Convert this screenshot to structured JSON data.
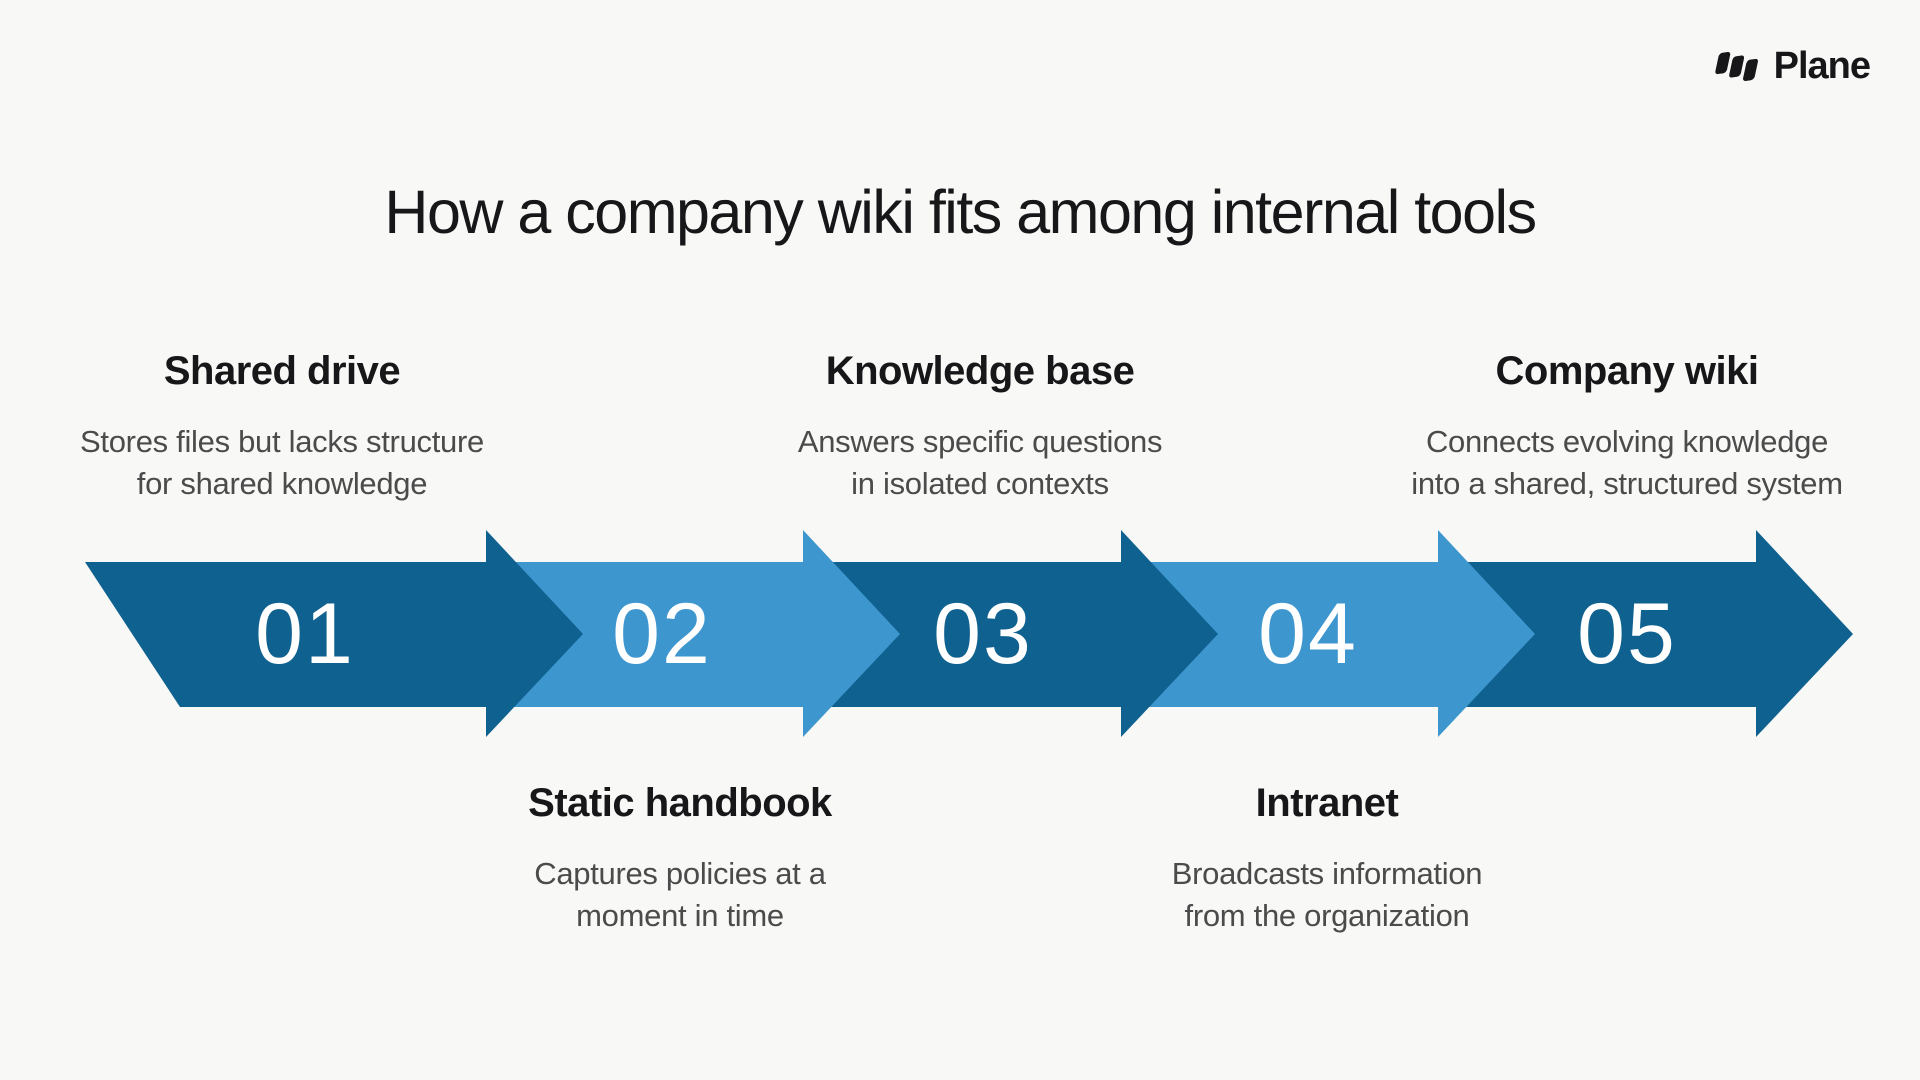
{
  "brand": {
    "name": "Plane"
  },
  "title": "How a company wiki fits among internal tools",
  "colors": {
    "background": "#f8f8f7",
    "dark_arrow": "#0f618f",
    "light_arrow": "#3e96cf",
    "heading_text": "#17171a",
    "description_text": "#4b4b4b",
    "number_text": "#ffffff"
  },
  "steps": [
    {
      "number": "01",
      "title": "Shared drive",
      "desc_line1": "Stores files but lacks structure",
      "desc_line2": "for shared knowledge",
      "label_position": "above",
      "arrow_shade": "dark"
    },
    {
      "number": "02",
      "title": "Static handbook",
      "desc_line1": "Captures policies at a",
      "desc_line2": "moment in time",
      "label_position": "below",
      "arrow_shade": "light"
    },
    {
      "number": "03",
      "title": "Knowledge base",
      "desc_line1": "Answers specific questions",
      "desc_line2": "in isolated contexts",
      "label_position": "above",
      "arrow_shade": "dark"
    },
    {
      "number": "04",
      "title": "Intranet",
      "desc_line1": "Broadcasts information",
      "desc_line2": "from the organization",
      "label_position": "below",
      "arrow_shade": "light"
    },
    {
      "number": "05",
      "title": "Company wiki",
      "desc_line1": "Connects evolving knowledge",
      "desc_line2": "into a shared, structured system",
      "label_position": "above",
      "arrow_shade": "dark"
    }
  ]
}
